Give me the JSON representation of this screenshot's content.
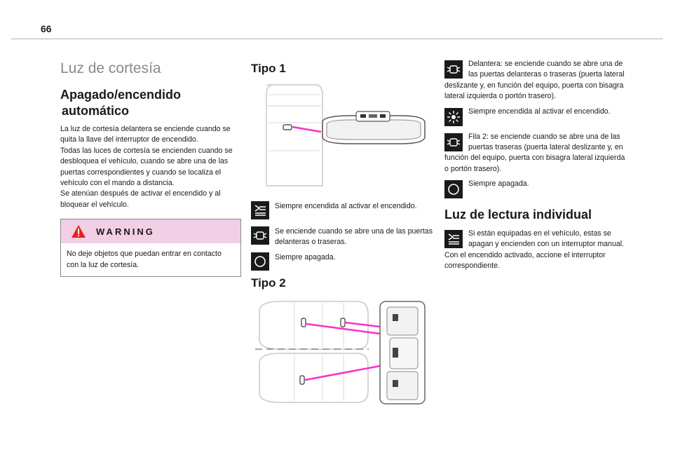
{
  "page": {
    "number": "66"
  },
  "left": {
    "title": "Luz de cortesía",
    "subtitle_line1": "Apagado/encendido",
    "subtitle_line2": "automático",
    "paragraphs": [
      "La luz de cortesía delantera se enciende cuando se quita la llave del interruptor de encendido.",
      "Todas las luces de cortesía se encienden cuando se desbloquea el vehículo, cuando se abre una de las puertas correspondientes y cuando se localiza el vehículo con el mando a distancia.",
      "Se atenúan después de activar el encendido y al bloquear el vehículo."
    ],
    "warning": {
      "title": "WARNING",
      "text": "No deje objetos que puedan entrar en contacto con la luz de cortesía."
    }
  },
  "middle": {
    "type1_title": "Tipo 1",
    "type1_items": [
      {
        "icon": "lamp-on-icon",
        "text": "Siempre encendida al activar el encendido."
      },
      {
        "icon": "door-open-icon",
        "text": "Se enciende cuando se abre una de las puertas delanteras o traseras."
      },
      {
        "icon": "circle-off-icon",
        "text": "Siempre apagada."
      }
    ],
    "type2_title": "Tipo 2"
  },
  "right": {
    "items": [
      {
        "icon": "door-open-icon",
        "text": "Delantera: se enciende cuando se abre una de las puertas delanteras o traseras (puerta lateral deslizante y, en función del equipo, puerta con bisagra lateral izquierda o portón trasero)."
      },
      {
        "icon": "sun-icon",
        "text": "Siempre encendida al activar el encendido."
      },
      {
        "icon": "door-open-icon",
        "text": "Fila 2: se enciende cuando se abre una de las puertas traseras (puerta lateral deslizante y, en función del equipo, puerta con bisagra lateral izquierda o portón trasero)."
      },
      {
        "icon": "circle-off-icon",
        "text": "Siempre apagada."
      }
    ],
    "reading_title": "Luz de lectura individual",
    "reading_item": {
      "icon": "lamp-on-icon",
      "text": "Si están equipadas en el vehículo, estas se apagan y encienden con un interruptor manual."
    },
    "reading_extra": "Con el encendido activado, accione el interruptor correspondiente."
  },
  "colors": {
    "accent_pink": "#f3cfe6",
    "highlight_line": "#ff2ec8",
    "icon_bg": "#1a1a1a"
  }
}
